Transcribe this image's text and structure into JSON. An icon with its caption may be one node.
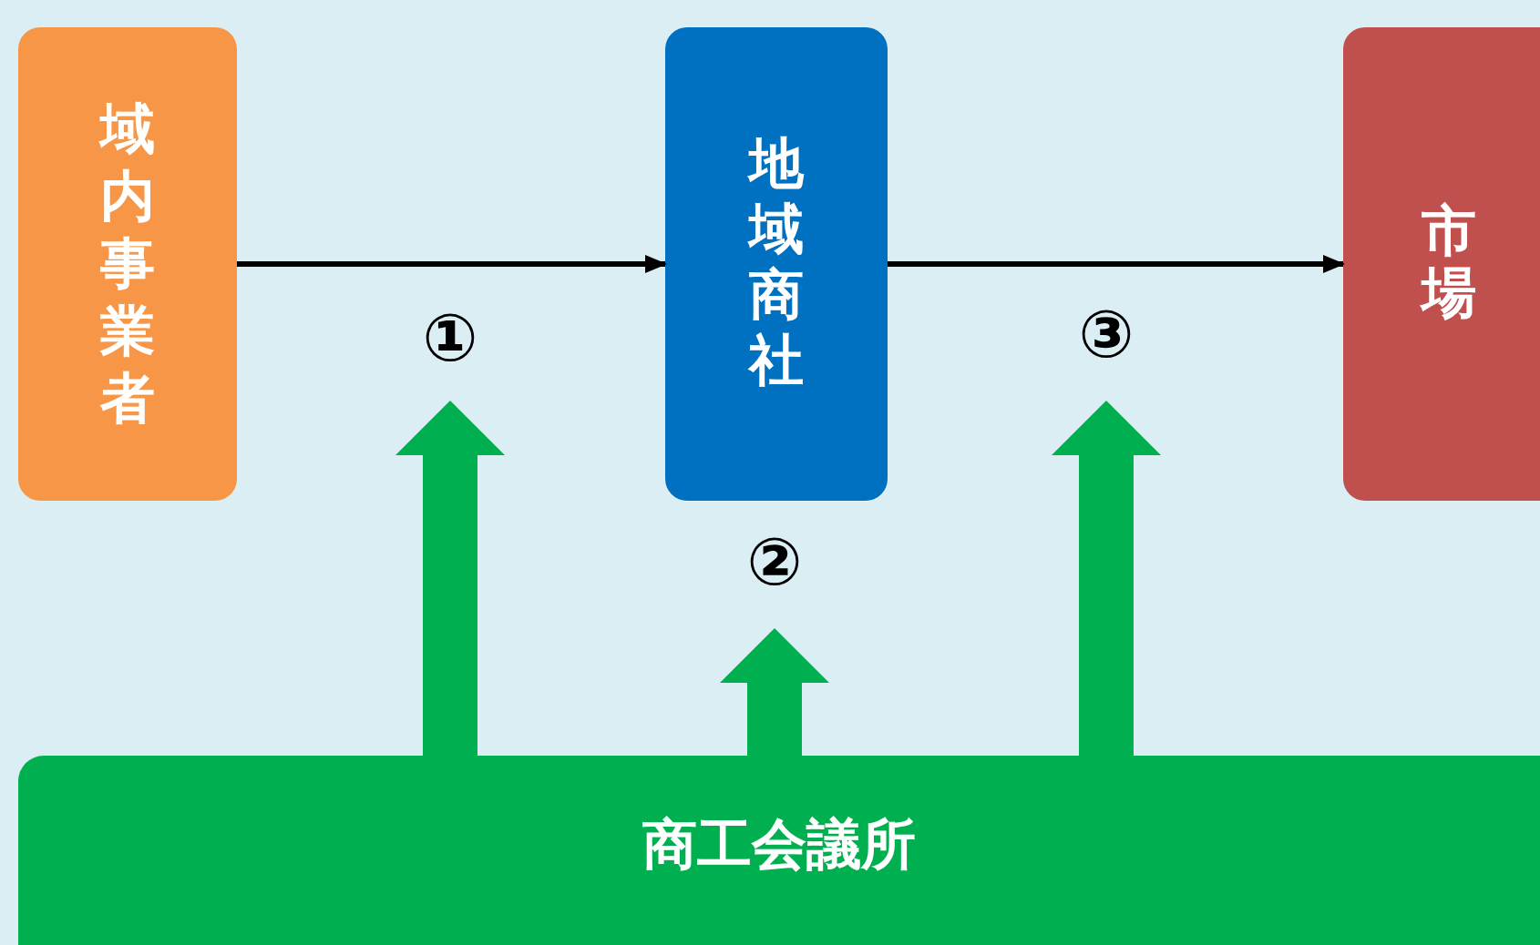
{
  "diagram": {
    "nodes": [
      {
        "text": [
          "域内事業者"
        ]
      },
      {
        "text": [
          "地域商社"
        ]
      },
      {
        "text": [
          "市場"
        ]
      },
      {
        "text": [
          "商工会議所"
        ]
      }
    ],
    "edges": [
      {
        "from": 0,
        "to": 1,
        "arrow": "to",
        "color": "#000000"
      },
      {
        "from": 1,
        "to": 2,
        "arrow": "to",
        "color": "#000000"
      },
      {
        "from": 3,
        "to": null,
        "arrow": "to",
        "label": "①"
      },
      {
        "from": 3,
        "to": 1,
        "arrow": "to",
        "label": "②"
      },
      {
        "from": 3,
        "to": null,
        "arrow": "to",
        "label": "③"
      }
    ]
  }
}
